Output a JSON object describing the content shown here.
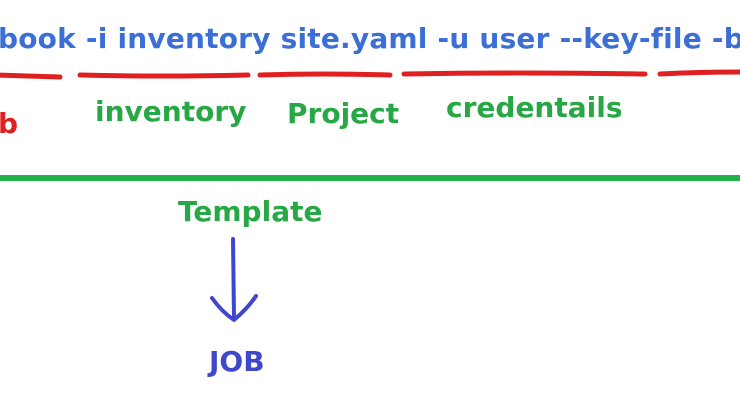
{
  "command": {
    "text": "book -i inventory site.yaml -u user --key-file -b"
  },
  "labels": {
    "first": "b",
    "inventory": "inventory",
    "project": "Project",
    "credentials": "credentails",
    "template": "Template",
    "job": "JOB"
  },
  "colors": {
    "command_text": "#3b6fd6",
    "segment_underline": "#e02020",
    "labels": "#27a844",
    "separator": "#22b14c",
    "arrow": "#3f48cc",
    "job": "#3f48cc"
  }
}
